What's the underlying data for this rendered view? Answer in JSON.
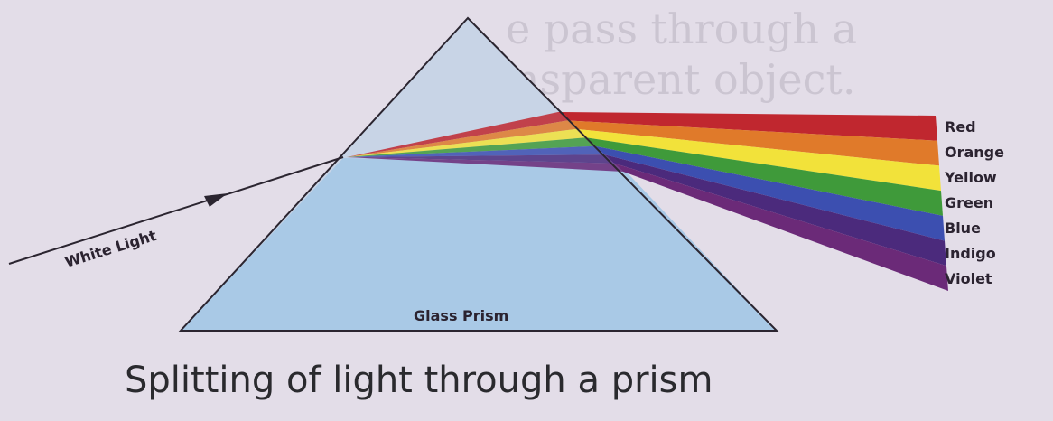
{
  "incoming_ray_label": "White Light",
  "prism_label": "Glass Prism",
  "caption": "Splitting of light through a prism",
  "spectrum": [
    {
      "name": "Red",
      "color": "#c0272f"
    },
    {
      "name": "Orange",
      "color": "#e07a2a"
    },
    {
      "name": "Yellow",
      "color": "#f2e23a"
    },
    {
      "name": "Green",
      "color": "#3f9a3a"
    },
    {
      "name": "Blue",
      "color": "#3c4fb0"
    },
    {
      "name": "Indigo",
      "color": "#4b2a7c"
    },
    {
      "name": "Violet",
      "color": "#6b2a78"
    }
  ],
  "colors": {
    "prism_fill": "#a9c9e6",
    "background": "#e3dde8"
  }
}
